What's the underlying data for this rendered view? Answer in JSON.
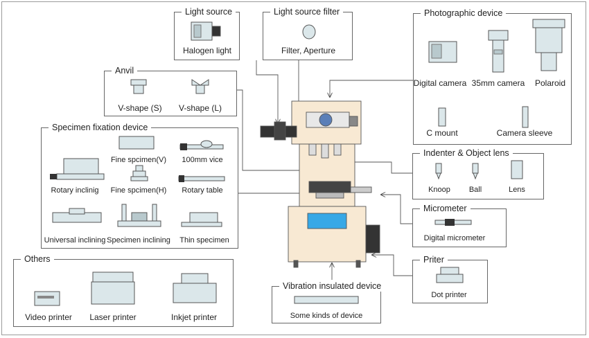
{
  "light_source": {
    "title": "Light source",
    "item": "Halogen light"
  },
  "light_filter": {
    "title": "Light source filter",
    "item": "Filter, Aperture"
  },
  "photographic": {
    "title": "Photographic device",
    "items": [
      "Digital camera",
      "35mm camera",
      "Polaroid",
      "C mount",
      "Camera sleeve"
    ]
  },
  "anvil": {
    "title": "Anvil",
    "items": [
      "V-shape (S)",
      "V-shape (L)"
    ]
  },
  "fixation": {
    "title": "Specimen fixation device",
    "items": [
      "Fine spcimen(V)",
      "100mm vice",
      "Rotary inclinig",
      "Fine spcimen(H)",
      "Rotary table",
      "Universal inclining",
      "Specimen inclining",
      "Thin specimen"
    ]
  },
  "indenter": {
    "title": "Indenter & Object lens",
    "items": [
      "Knoop",
      "Ball",
      "Lens"
    ]
  },
  "micrometer": {
    "title": "Micrometer",
    "item": "Digital micrometer"
  },
  "printer": {
    "title": "Priter",
    "item": "Dot printer"
  },
  "others": {
    "title": "Others",
    "items": [
      "Video printer",
      "Laser printer",
      "Inkjet printer"
    ]
  },
  "vibration": {
    "title": "Vibration insulated device",
    "item": "Some kinds of device"
  },
  "colors": {
    "machine": "#f8e9d3",
    "accent": "#37a8e6",
    "line": "#555555"
  }
}
